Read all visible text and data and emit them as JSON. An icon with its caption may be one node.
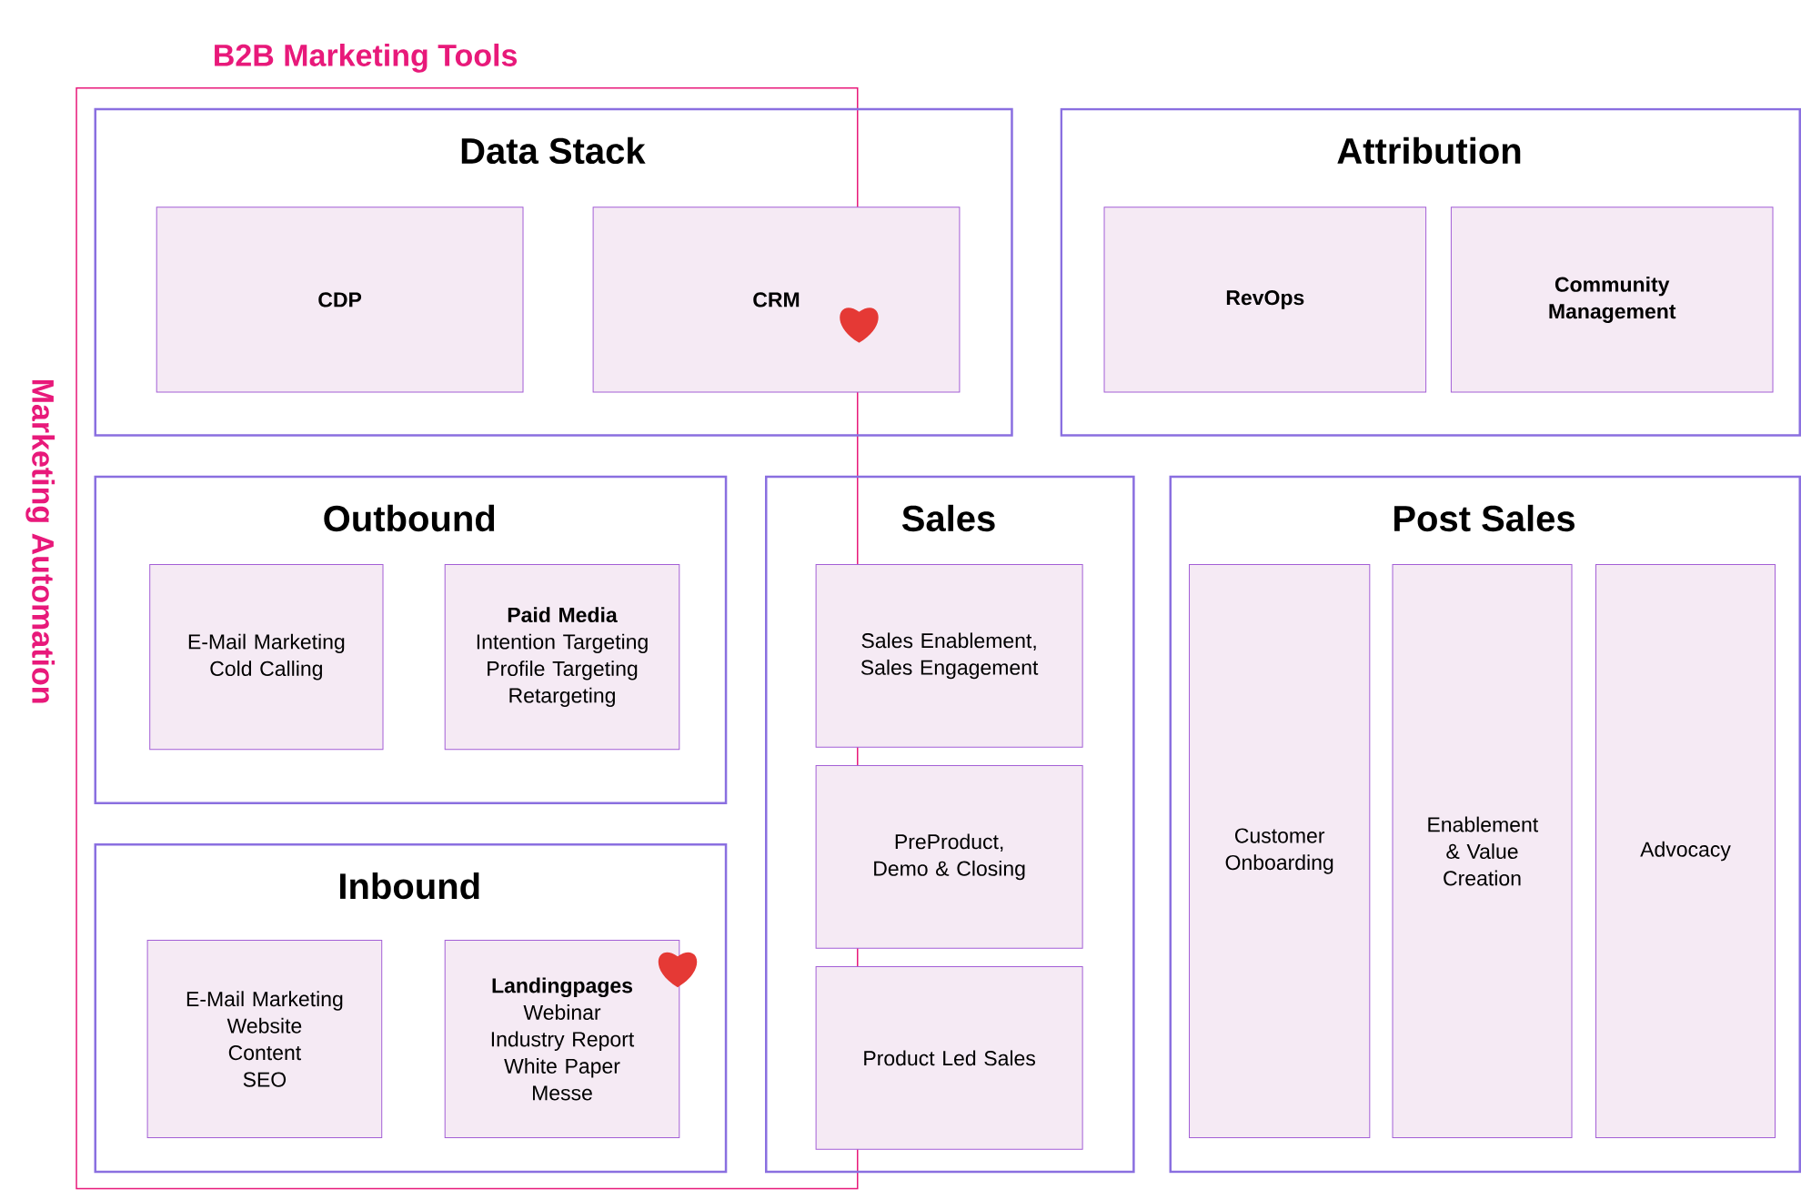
{
  "diagram": {
    "nodes": [
      {
        "text": [
          "B2B Marketing Tools",
          "Marketing Automation"
        ]
      },
      {
        "text": [
          "Data Stack"
        ]
      },
      {
        "text": [
          "CDP"
        ],
        "in": 1
      },
      {
        "text": [
          "CRM"
        ],
        "in": 1
      },
      {
        "text": [
          "Attribution"
        ]
      },
      {
        "text": [
          "RevOps"
        ],
        "in": 4
      },
      {
        "text": [
          "Community Management"
        ],
        "in": 4
      },
      {
        "text": [
          "Outbound"
        ],
        "in": 0
      },
      {
        "text": [
          "E-Mail Marketing",
          "Cold Calling"
        ],
        "in": 7
      },
      {
        "text": [
          "Paid Media",
          "Intention Targeting",
          "Profile Targeting",
          "Retargeting"
        ],
        "in": 7
      },
      {
        "text": [
          "Inbound"
        ],
        "in": 0
      },
      {
        "text": [
          "E-Mail Marketing",
          "Website",
          "Content",
          "SEO"
        ],
        "in": 10
      },
      {
        "text": [
          "Landingpages",
          "Webinar",
          "Industry Report",
          "White Paper",
          "Messe"
        ],
        "in": 10
      },
      {
        "text": [
          "Sales"
        ]
      },
      {
        "text": [
          "Sales Enablement, Sales Engagement"
        ],
        "in": 13
      },
      {
        "text": [
          "PreProduct, Demo & Closing"
        ],
        "in": 13
      },
      {
        "text": [
          "Product Led Sales"
        ],
        "in": 13
      },
      {
        "text": [
          "Post Sales"
        ]
      },
      {
        "text": [
          "Customer Onboarding"
        ],
        "in": 17
      },
      {
        "text": [
          "Enablement & Value Creation"
        ],
        "in": 17
      },
      {
        "text": [
          "Advocacy"
        ],
        "in": 17
      }
    ]
  }
}
